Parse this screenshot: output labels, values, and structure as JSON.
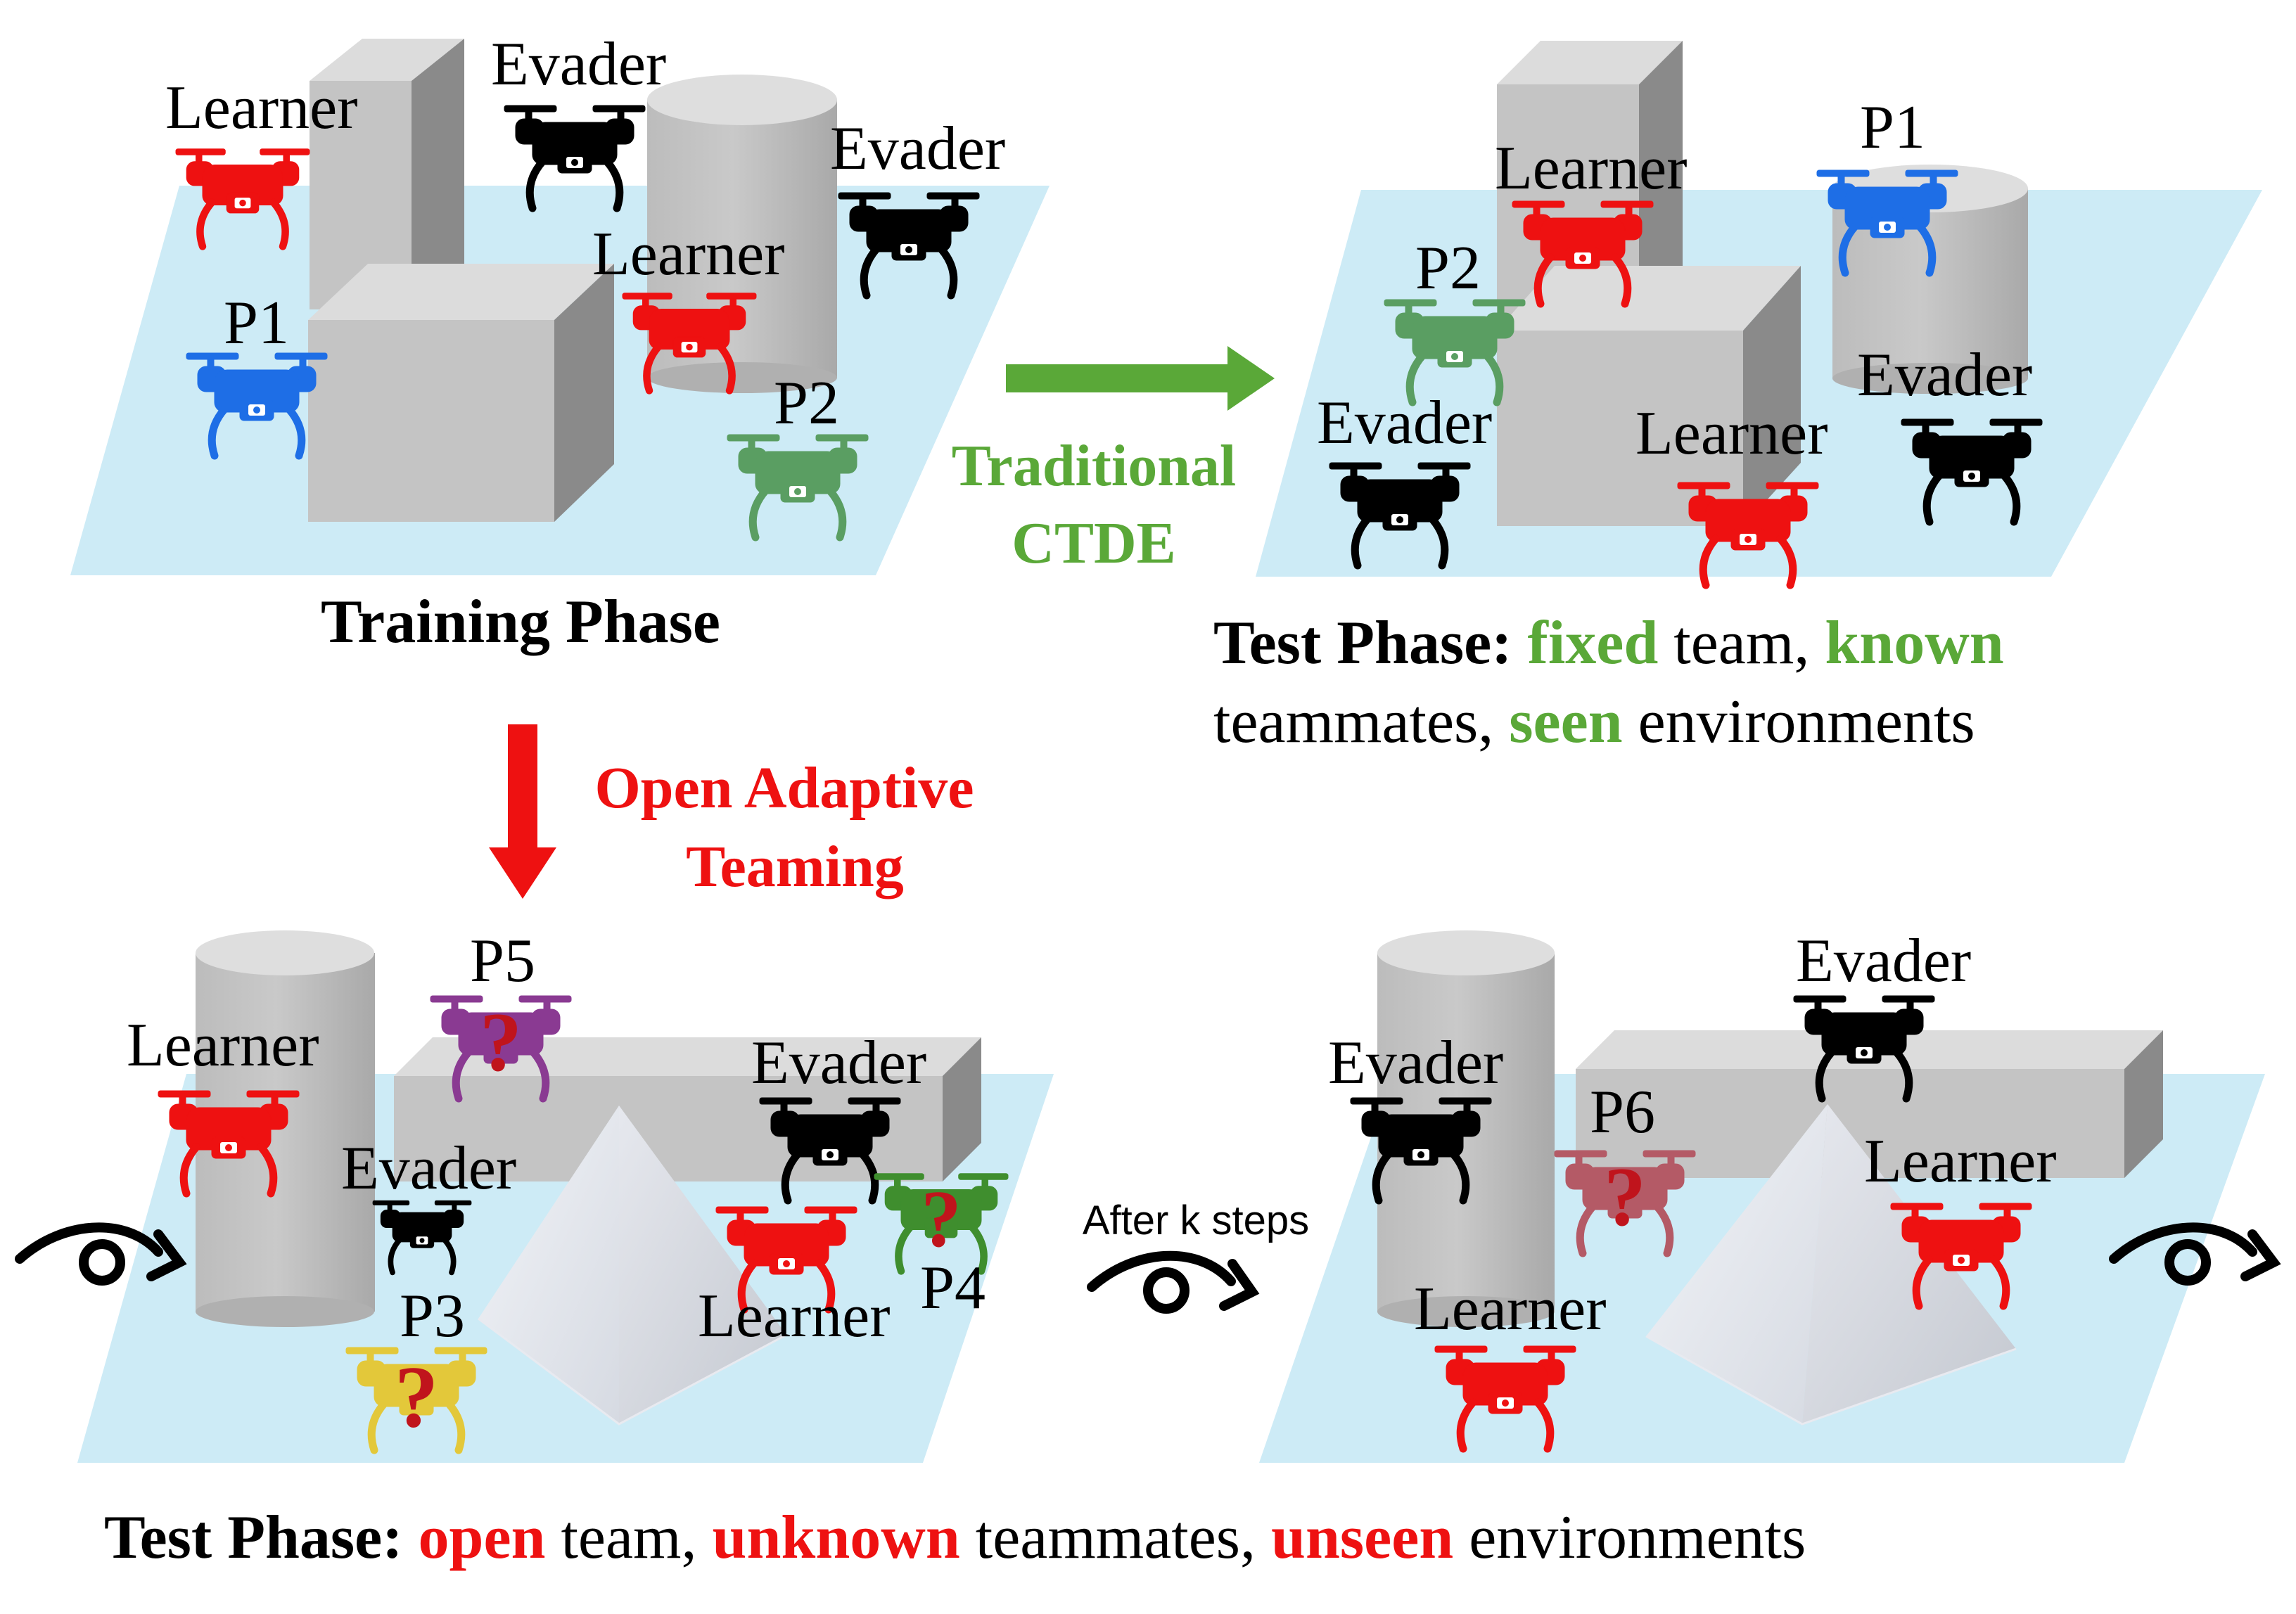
{
  "colors": {
    "learner": "#ee1111",
    "evader": "#000000",
    "p1": "#1e6ee6",
    "p2": "#5a9e62",
    "p3": "#e3c83a",
    "p4": "#3f8e2e",
    "p5": "#8a3a92",
    "p6": "#b45a66",
    "question": "#c0141c",
    "floor": "#cdebf6",
    "green_accent": "#5aa838",
    "red_accent": "#ee1111"
  },
  "panels": {
    "training": {
      "caption": "Training Phase",
      "labels": {
        "learner_a": "Learner",
        "evader_a": "Evader",
        "evader_b": "Evader",
        "learner_b": "Learner",
        "p1": "P1",
        "p2": "P2"
      }
    },
    "ctde_test": {
      "labels": {
        "learner_a": "Learner",
        "p1": "P1",
        "p2": "P2",
        "evader_a": "Evader",
        "evader_b": "Evader",
        "learner_b": "Learner"
      },
      "caption": {
        "prefix": "Test Phase:",
        "w1": "fixed",
        "t1": " team,",
        "w2": "known",
        "line2_a": "teammates,",
        "w3": "seen",
        "t3": " environments"
      }
    },
    "open_test_a": {
      "labels": {
        "learner_a": "Learner",
        "p5": "P5",
        "evader_a": "Evader",
        "evader_b": "Evader",
        "learner_b": "Learner",
        "p4": "P4",
        "p3": "P3"
      }
    },
    "open_test_b": {
      "labels": {
        "evader_a": "Evader",
        "evader_b": "Evader",
        "p6": "P6",
        "learner_a": "Learner",
        "learner_b": "Learner"
      }
    }
  },
  "arrows": {
    "traditional": {
      "line1": "Traditional",
      "line2": "CTDE"
    },
    "open_adaptive": {
      "line1": "Open Adaptive",
      "line2": "Teaming"
    },
    "after_k": "After k steps"
  },
  "bottom_caption": {
    "prefix": "Test Phase:",
    "w1": "open",
    "t1": " team,",
    "w2": "unknown",
    "t2": " teammates,",
    "w3": "unseen",
    "t3": " environments"
  }
}
